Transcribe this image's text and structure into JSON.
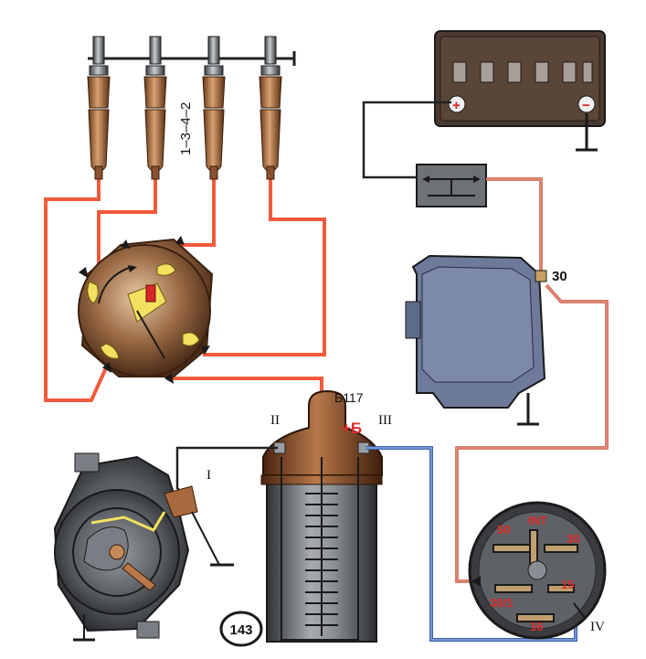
{
  "firing_order": "1–3–4–2",
  "coil": {
    "model": "Б117",
    "plus_terminal": "+Б",
    "terminal_left": "II",
    "terminal_right": "III"
  },
  "distributor": {
    "terminal": "I"
  },
  "generator": {
    "terminal": "30"
  },
  "ignition_switch": {
    "terminals": {
      "t50": "50",
      "tINT": "INT",
      "t30": "30",
      "t15": "15",
      "t30_1": "30/1",
      "t16": "16"
    },
    "pointer": "IV"
  },
  "battery": {
    "plus": "+",
    "minus": "−"
  },
  "figure_number": "143",
  "colors": {
    "hv_wire": "#f05a3c",
    "ground_wire": "#222222",
    "supply_wire": "#c8523a",
    "coil_wire": "#3a63b0",
    "brown": "#7a4a2a",
    "grey_metal": "#6e7176",
    "generator": "#6e7a9a"
  }
}
